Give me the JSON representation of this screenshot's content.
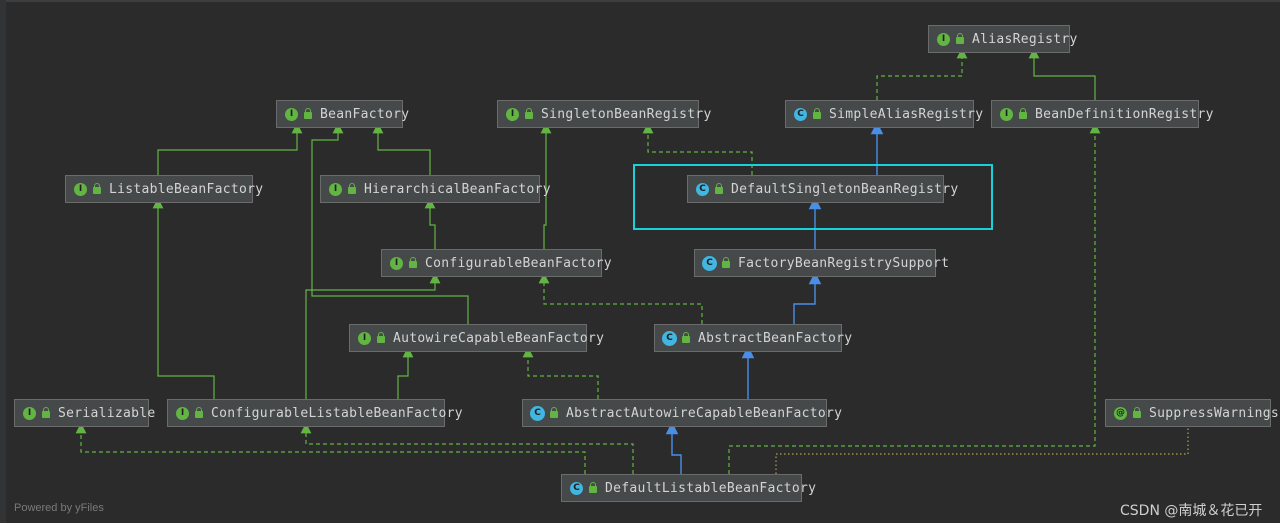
{
  "diagram": {
    "nodes": [
      {
        "id": "alias-registry",
        "label": "AliasRegistry",
        "kind": "interface",
        "badge": "I"
      },
      {
        "id": "bean-factory",
        "label": "BeanFactory",
        "kind": "interface",
        "badge": "I"
      },
      {
        "id": "singleton-bean-registry",
        "label": "SingletonBeanRegistry",
        "kind": "interface",
        "badge": "I"
      },
      {
        "id": "simple-alias-registry",
        "label": "SimpleAliasRegistry",
        "kind": "class",
        "badge": "C"
      },
      {
        "id": "bean-definition-registry",
        "label": "BeanDefinitionRegistry",
        "kind": "interface",
        "badge": "I"
      },
      {
        "id": "listable-bean-factory",
        "label": "ListableBeanFactory",
        "kind": "interface",
        "badge": "I"
      },
      {
        "id": "hierarchical-bean-factory",
        "label": "HierarchicalBeanFactory",
        "kind": "interface",
        "badge": "I"
      },
      {
        "id": "default-singleton-bean-registry",
        "label": "DefaultSingletonBeanRegistry",
        "kind": "class",
        "badge": "C"
      },
      {
        "id": "configurable-bean-factory",
        "label": "ConfigurableBeanFactory",
        "kind": "interface",
        "badge": "I"
      },
      {
        "id": "factory-bean-registry-support",
        "label": "FactoryBeanRegistrySupport",
        "kind": "abstract-class",
        "badge": "C"
      },
      {
        "id": "autowire-capable-bean-factory",
        "label": "AutowireCapableBeanFactory",
        "kind": "interface",
        "badge": "I"
      },
      {
        "id": "abstract-bean-factory",
        "label": "AbstractBeanFactory",
        "kind": "abstract-class",
        "badge": "C"
      },
      {
        "id": "serializable",
        "label": "Serializable",
        "kind": "interface",
        "badge": "I"
      },
      {
        "id": "configurable-listable-bean-factory",
        "label": "ConfigurableListableBeanFactory",
        "kind": "interface",
        "badge": "I"
      },
      {
        "id": "abstract-autowire-capable-bean-factory",
        "label": "AbstractAutowireCapableBeanFactory",
        "kind": "abstract-class",
        "badge": "C"
      },
      {
        "id": "suppress-warnings",
        "label": "SuppressWarnings",
        "kind": "annotation",
        "badge": "@"
      },
      {
        "id": "default-listable-bean-factory",
        "label": "DefaultListableBeanFactory",
        "kind": "class",
        "badge": "C"
      }
    ],
    "edge_colors": {
      "interface_extends": "#62b543",
      "class_extends": "#4a8fe7",
      "implements": "#62b543",
      "annotation": "#b3a24a"
    },
    "highlight_color": "#19d1d8",
    "node_bg": "#45494a",
    "background": "#2b2b2b"
  },
  "footer": {
    "powered_by": "Powered by yFiles",
    "watermark": "CSDN @南城＆花已开"
  }
}
